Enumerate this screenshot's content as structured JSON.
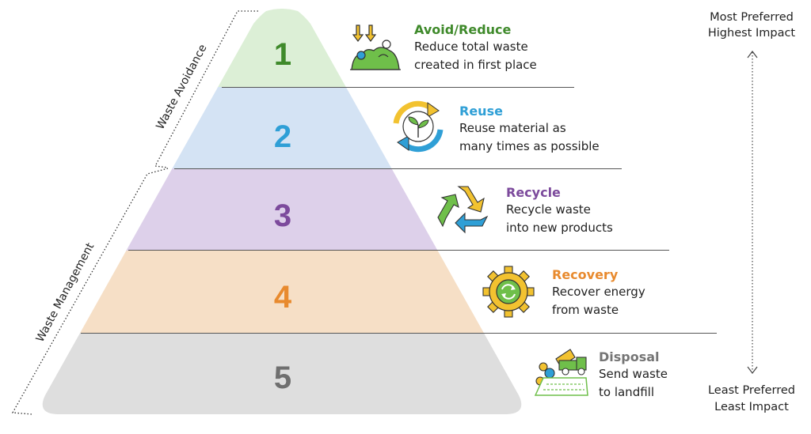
{
  "levels": [
    {
      "number": "1",
      "title": "Avoid/Reduce",
      "desc1": "Reduce total waste",
      "desc2": "created in first place",
      "band_color": "#dcefd6",
      "title_color": "#3f8a2b",
      "icon": "waste-pile-icon"
    },
    {
      "number": "2",
      "title": "Reuse",
      "desc1": "Reuse material as",
      "desc2": "many times as possible",
      "band_color": "#d4e3f4",
      "title_color": "#2f9fd6",
      "icon": "reuse-cycle-icon"
    },
    {
      "number": "3",
      "title": "Recycle",
      "desc1": "Recycle waste",
      "desc2": "into new products",
      "band_color": "#ddd0ea",
      "title_color": "#7c4a9c",
      "icon": "recycle-icon"
    },
    {
      "number": "4",
      "title": "Recovery",
      "desc1": "Recover energy",
      "desc2": "from waste",
      "band_color": "#f6dfc6",
      "title_color": "#e88a2e",
      "icon": "energy-gear-icon"
    },
    {
      "number": "5",
      "title": "Disposal",
      "desc1": "Send waste",
      "desc2": "to landfill",
      "band_color": "#dedede",
      "title_color": "#757575",
      "icon": "landfill-truck-icon"
    }
  ],
  "groups": {
    "avoidance": "Waste Avoidance",
    "management": "Waste Management"
  },
  "scale": {
    "top1": "Most Preferred",
    "top2": "Highest Impact",
    "bottom1": "Least Preferred",
    "bottom2": "Least Impact"
  }
}
